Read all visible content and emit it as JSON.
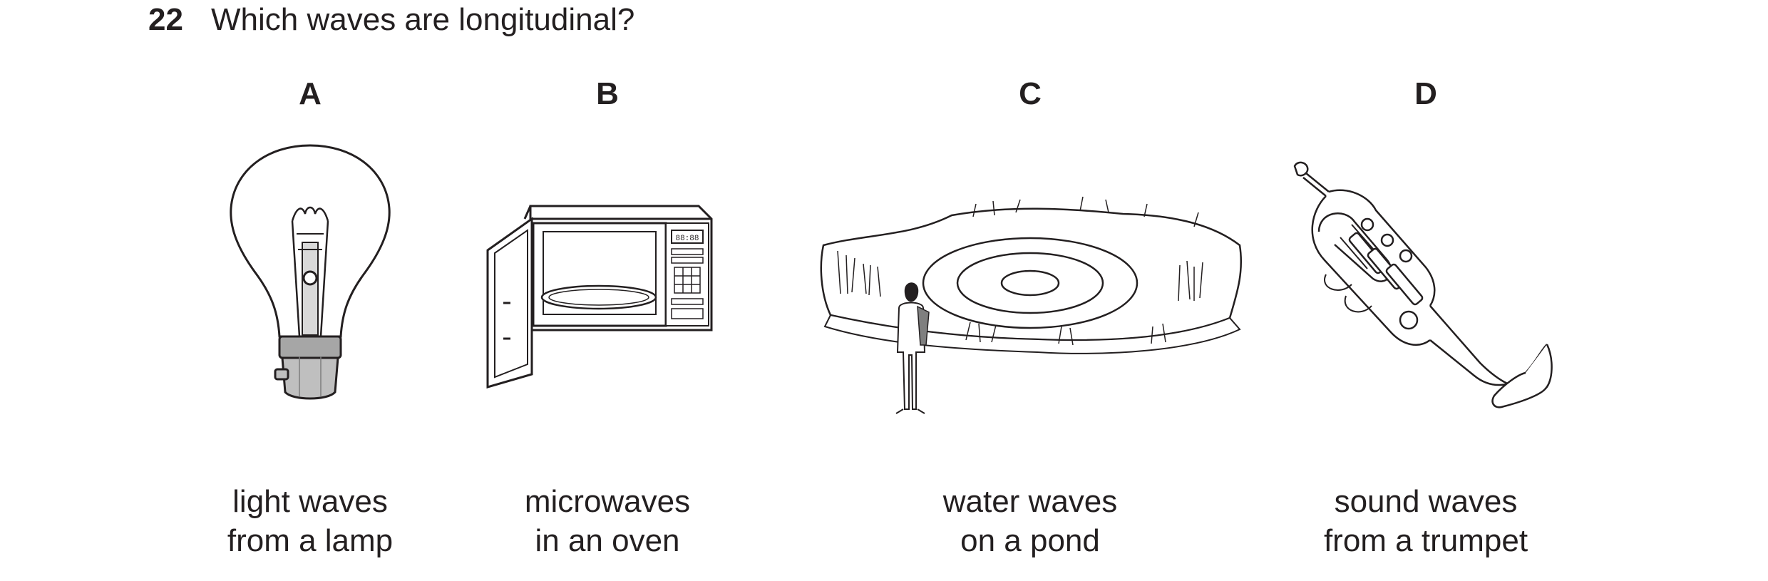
{
  "question": {
    "number": "22",
    "text": "Which waves are longitudinal?"
  },
  "options": [
    {
      "letter": "A",
      "line1": "light waves",
      "line2": "from a lamp",
      "icon": "light-bulb-icon"
    },
    {
      "letter": "B",
      "line1": "microwaves",
      "line2": "in an oven",
      "icon": "microwave-oven-icon"
    },
    {
      "letter": "C",
      "line1": "water waves",
      "line2": "on a pond",
      "icon": "pond-ripples-icon"
    },
    {
      "letter": "D",
      "line1": "sound waves",
      "line2": "from a trumpet",
      "icon": "trumpet-icon"
    }
  ],
  "oven_display": "88:88"
}
